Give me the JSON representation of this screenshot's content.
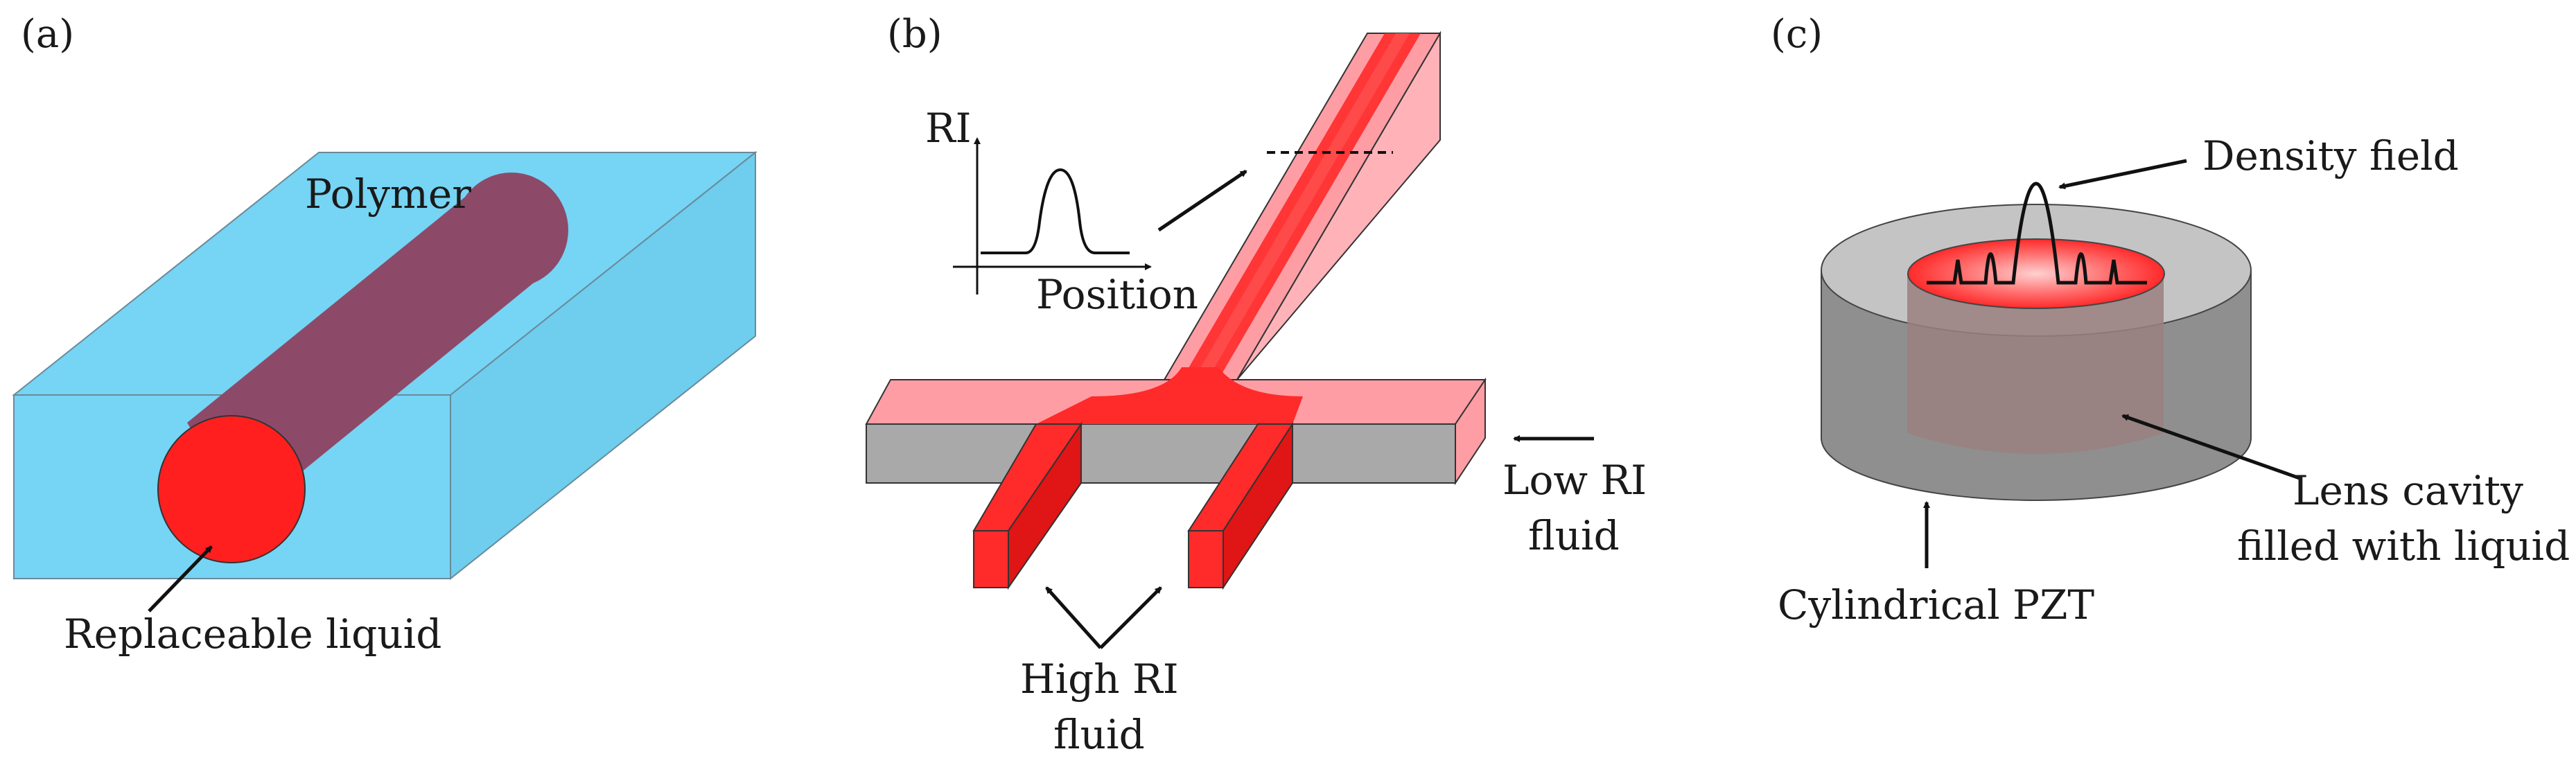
{
  "panels": {
    "a": {
      "label": "(a)",
      "polymer_label": "Polymer",
      "liquid_label": "Replaceable liquid",
      "colors": {
        "polymer": "#76d4f4",
        "liquid": "#ff1f1f",
        "channel": "#8c4a68"
      }
    },
    "b": {
      "label": "(b)",
      "graph_y_label": "RI",
      "graph_x_label": "Position",
      "low_ri_line1": "Low RI",
      "low_ri_line2": "fluid",
      "high_ri_line1": "High RI",
      "high_ri_line2": "fluid",
      "colors": {
        "low_fluid": "#ff9da5",
        "high_fluid": "#ff2a2a",
        "substrate": "#a9a9a9"
      }
    },
    "c": {
      "label": "(c)",
      "density_label": "Density field",
      "cavity_line1": "Lens cavity",
      "cavity_line2": "filled with liquid",
      "pzt_label": "Cylindrical PZT",
      "colors": {
        "pzt": "#8f8f8f",
        "pzt_top": "#c4c4c4",
        "cavity": "#ff3030"
      }
    }
  }
}
